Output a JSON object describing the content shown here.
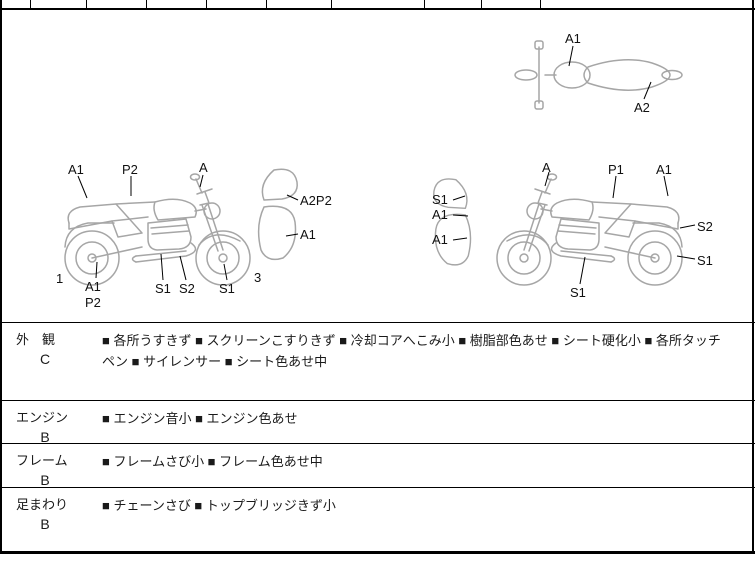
{
  "sheet": {
    "bullet": "■",
    "background": "#ffffff",
    "line_color": "#000000",
    "drawing_color": "#a6a6a6",
    "text_color": "#1a1a1a"
  },
  "diagram": {
    "labels": [
      {
        "text": "A1"
      },
      {
        "text": "A2"
      },
      {
        "text": "A1"
      },
      {
        "text": "P2"
      },
      {
        "text": "A"
      },
      {
        "text": "A2P2"
      },
      {
        "text": "A1"
      },
      {
        "text": "1"
      },
      {
        "text": "A1"
      },
      {
        "text": "P2"
      },
      {
        "text": "S1"
      },
      {
        "text": "S2"
      },
      {
        "text": "S1"
      },
      {
        "text": "3"
      },
      {
        "text": "S1"
      },
      {
        "text": "A1"
      },
      {
        "text": "A1"
      },
      {
        "text": "A"
      },
      {
        "text": "P1"
      },
      {
        "text": "A1"
      },
      {
        "text": "S2"
      },
      {
        "text": "S1"
      },
      {
        "text": "S1"
      }
    ]
  },
  "condition_rows": [
    {
      "category": "外　観",
      "grade": "C",
      "items": [
        "各所うすきず",
        "スクリーンこすりきず",
        "冷却コアへこみ小",
        "樹脂部色あせ",
        "シート硬化小",
        "各所タッチペン",
        "サイレンサー",
        "シート色あせ中"
      ]
    },
    {
      "category": "エンジン",
      "grade": "B",
      "items": [
        "エンジン音小",
        "エンジン色あせ"
      ]
    },
    {
      "category": "フレーム",
      "grade": "B",
      "items": [
        "フレームさび小",
        "フレーム色あせ中"
      ]
    },
    {
      "category": "足まわり",
      "grade": "B",
      "items": [
        "チェーンさび",
        "トップブリッジきず小"
      ]
    }
  ]
}
